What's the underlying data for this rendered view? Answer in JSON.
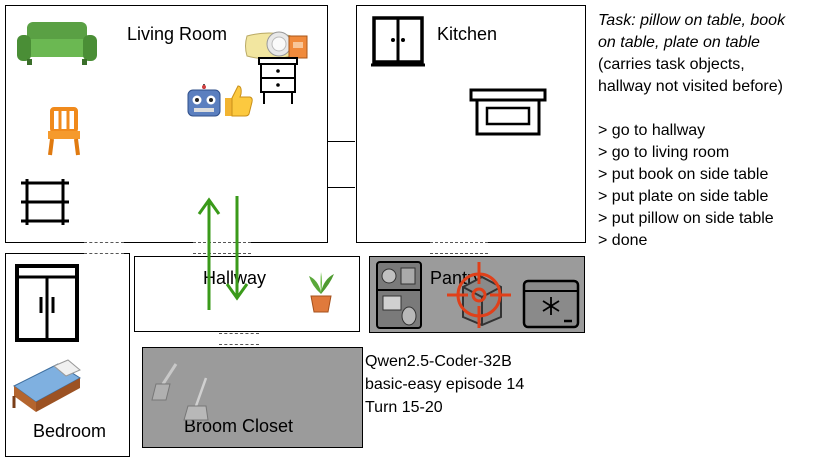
{
  "rooms": {
    "living_room": "Living Room",
    "kitchen": "Kitchen",
    "hallway": "Hallway",
    "pantry": "Pantry",
    "bedroom": "Bedroom",
    "broom_closet": "Broom Closet"
  },
  "task": {
    "line1": "Task: pillow on table, book",
    "line2": "on table, plate on table",
    "note1": "(carries task objects,",
    "note2": "hallway not visited before)"
  },
  "actions": [
    "> go to hallway",
    "> go to living room",
    "> put book on side table",
    "> put plate on side table",
    "> put pillow on side table",
    "> done"
  ],
  "caption": {
    "model": "Qwen2.5-Coder-32B",
    "episode": "basic-easy episode 14",
    "turn": "Turn 15-20"
  },
  "colors": {
    "arrow": "#3a9a1a",
    "pantry_bg": "#9b9b9b",
    "target": "#e0401a"
  }
}
